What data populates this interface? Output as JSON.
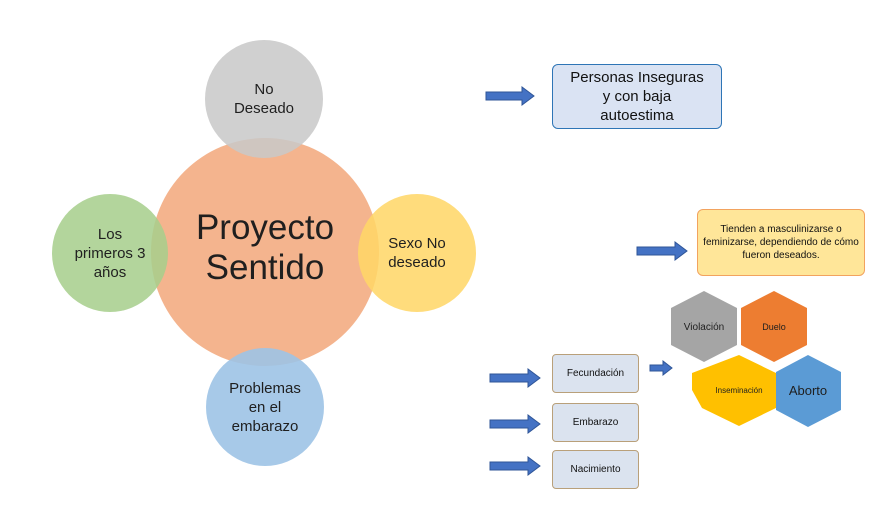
{
  "center": {
    "label": "Proyecto\nSentido"
  },
  "satellites": {
    "top": "No\nDeseado",
    "left": "Los\nprimeros 3\naños",
    "right": "Sexo No\ndeseado",
    "bottom": "Problemas\nen el\nembarazo"
  },
  "boxes": {
    "personas": "Personas Inseguras\ny con baja\nautoestima",
    "tienden": "Tienden a masculinizarse o feminizarse, dependiendo de cómo fueron deseados.",
    "fecundacion": "Fecundación",
    "embarazo": "Embarazo",
    "nacimiento": "Nacimiento"
  },
  "hexagons": {
    "violacion": "Violación",
    "duelo": "Duelo",
    "inseminacion": "Inseminación",
    "aborto": "Aborto"
  },
  "colors": {
    "center": "#f4b48e",
    "top": "#c8c8c8",
    "left": "#a6ce8c",
    "right": "#ffd666",
    "bottom": "#9dc3e6",
    "arrow": "#4472c4",
    "hex_violacion": "#a5a5a5",
    "hex_duelo": "#ed7d31",
    "hex_inseminacion": "#ffc000",
    "hex_aborto": "#5b9bd5"
  }
}
